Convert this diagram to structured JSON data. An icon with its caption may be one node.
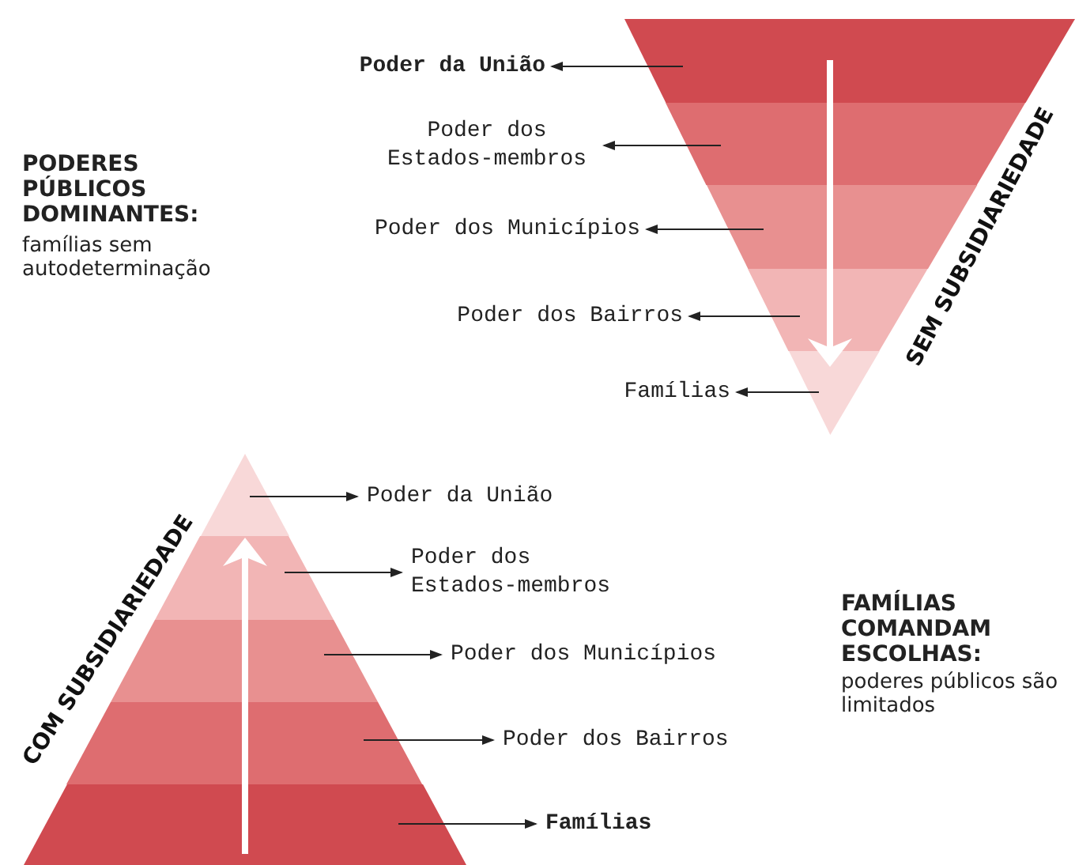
{
  "diagram": {
    "nodes": [
      {
        "text": [],
        "shape": "band"
      },
      {
        "text": [],
        "shape": "band"
      },
      {
        "text": [],
        "shape": "band"
      },
      {
        "text": [],
        "shape": "band"
      },
      {
        "text": [],
        "shape": "band"
      },
      {
        "text": [
          "Poder da União"
        ]
      },
      {
        "text": [
          "Poder dos Estados-membros"
        ]
      },
      {
        "text": [
          "Poder dos Municípios"
        ]
      },
      {
        "text": [
          "Poder dos Bairros"
        ]
      },
      {
        "text": [
          "Famílias"
        ]
      },
      {
        "text": [],
        "shape": "band"
      },
      {
        "text": [],
        "shape": "band"
      },
      {
        "text": [],
        "shape": "band"
      },
      {
        "text": [],
        "shape": "band"
      },
      {
        "text": [],
        "shape": "band"
      },
      {
        "text": [
          "Poder da União"
        ]
      },
      {
        "text": [
          "Poder dos Estados-membros"
        ]
      },
      {
        "text": [
          "Poder dos Municípios"
        ]
      },
      {
        "text": [
          "Poder dos Bairros"
        ]
      },
      {
        "text": [
          "Famílias"
        ]
      }
    ],
    "edges": [
      {
        "from": 0,
        "to": 5,
        "arrow": "to"
      },
      {
        "from": 1,
        "to": 6,
        "arrow": "to"
      },
      {
        "from": 2,
        "to": 7,
        "arrow": "to"
      },
      {
        "from": 3,
        "to": 8,
        "arrow": "to"
      },
      {
        "from": 4,
        "to": 9,
        "arrow": "to"
      },
      {
        "from": 10,
        "to": 15,
        "arrow": "to"
      },
      {
        "from": 11,
        "to": 16,
        "arrow": "to"
      },
      {
        "from": 12,
        "to": 17,
        "arrow": "to"
      },
      {
        "from": 13,
        "to": 18,
        "arrow": "to"
      },
      {
        "from": 14,
        "to": 19,
        "arrow": "to"
      },
      {
        "from": 0,
        "to": 4,
        "arrow": "to",
        "style": "thick",
        "color": "#ffffff"
      },
      {
        "from": 14,
        "to": 11,
        "arrow": "to",
        "style": "thick",
        "color": "#ffffff"
      }
    ],
    "labels": [
      "PODERES PÚBLICOS DOMINANTES:",
      "famílias sem autodeterminação",
      "SEM SUBSIDIARIEDADE",
      "COM SUBSIDIARIEDADE",
      "FAMÍLIAS COMANDAM ESCOLHAS:",
      "poderes públicos são limitados"
    ]
  }
}
